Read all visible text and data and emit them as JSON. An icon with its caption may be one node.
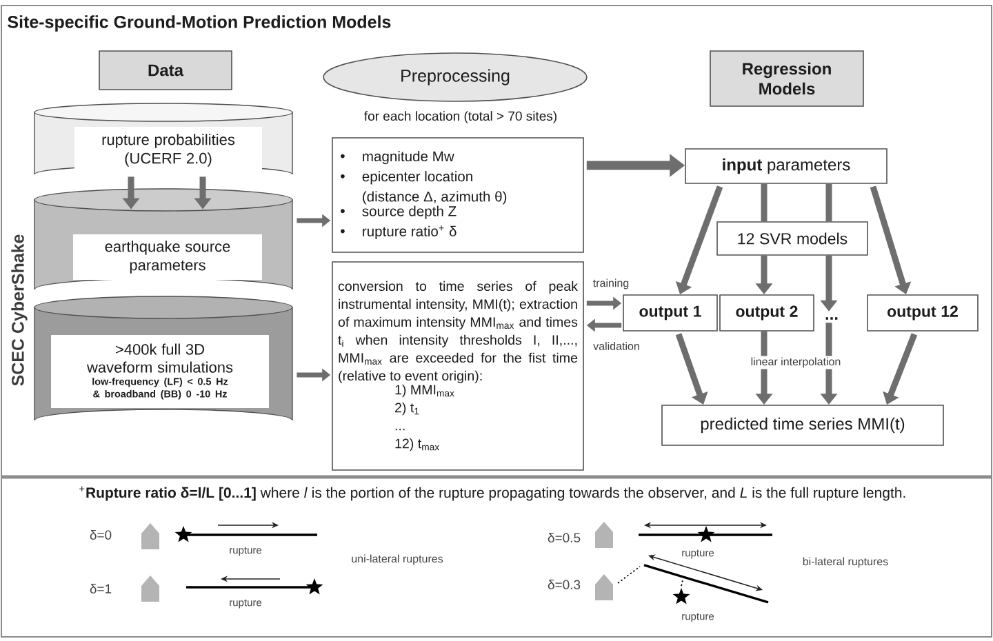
{
  "diagram": {
    "title": "Site-specific Ground-Motion Prediction Models",
    "nodes": [
      {
        "text": [
          "Data"
        ]
      },
      {
        "text": [],
        "shape": "cylinder"
      },
      {
        "text": [
          "rupture probabilities (UCERF 2.0)"
        ],
        "in": 1
      },
      {
        "text": [],
        "shape": "cylinder"
      },
      {
        "text": [
          "earthquake source parameters"
        ],
        "in": 3
      },
      {
        "text": [],
        "shape": "cylinder"
      },
      {
        "text": [
          ">400k full 3D waveform simulations",
          "low-frequency (LF) < 0.5 Hz & broadband (BB) 0 -10 Hz"
        ],
        "in": 5
      },
      {
        "text": [
          "Preprocessing"
        ],
        "beside": [
          "for each location (total > 70 sites)"
        ]
      },
      {
        "text": [
          "magnitude Mw",
          "epicenter location (distance Δ, azimuth θ)",
          "source depth Z",
          "rupture ratio$^{+}$ δ"
        ]
      },
      {
        "text": [
          "conversion to time series of peak instrumental intensity, MMI(t); extraction of maximum intensity MMI$_{max}$ and times t$_{i}$ when intensity thresholds I, II,..., MMI$_{max}$ are exceeded for the fist time (relative to event origin):",
          "1) MMI$_{max}$",
          "2) t$_{1}$",
          "...",
          "12) t$_{max}$"
        ]
      },
      {
        "text": [
          "Regression Models"
        ]
      },
      {
        "text": [
          "**input** parameters"
        ]
      },
      {
        "text": [
          "12 SVR models"
        ]
      },
      {
        "text": [
          "output 1"
        ]
      },
      {
        "text": [
          "output 2"
        ]
      },
      {
        "text": [
          "..."
        ]
      },
      {
        "text": [
          "output 12"
        ]
      },
      {
        "text": [
          "predicted time series MMI(t)"
        ]
      }
    ],
    "edges": [
      {
        "from": 1,
        "to": 3,
        "arrow": "to"
      },
      {
        "from": 1,
        "to": 3,
        "arrow": "to"
      },
      {
        "from": 3,
        "to": 8,
        "arrow": "to"
      },
      {
        "from": 5,
        "to": 9,
        "arrow": "to"
      },
      {
        "from": 8,
        "to": 11,
        "arrow": "to"
      },
      {
        "from": 9,
        "to": 13,
        "arrow": "to",
        "label": "training"
      },
      {
        "from": 13,
        "to": 9,
        "arrow": "to",
        "label": "validation"
      },
      {
        "from": 11,
        "to": 13,
        "arrow": "to"
      },
      {
        "from": 11,
        "to": 12,
        "arrow": "none"
      },
      {
        "from": 11,
        "to": 12,
        "arrow": "none"
      },
      {
        "from": 12,
        "to": 14,
        "arrow": "to"
      },
      {
        "from": 12,
        "to": 15,
        "arrow": "to"
      },
      {
        "from": 11,
        "to": 16,
        "arrow": "to"
      },
      {
        "from": 13,
        "to": 17,
        "arrow": "to"
      },
      {
        "from": 14,
        "to": 17,
        "arrow": "to",
        "label": "linear interpolation"
      },
      {
        "from": 15,
        "to": 17,
        "arrow": "to"
      },
      {
        "from": 16,
        "to": 17,
        "arrow": "to"
      }
    ],
    "labels": [
      "SCEC CyberShake",
      "$^{+}$**Rupture ratio δ=l/L [0...1]** where *l* is the portion of the rupture propagating towards the observer, and *L* is the full rupture length.",
      "δ=0",
      "rupture",
      "uni-lateral ruptures",
      "δ=0.5",
      "rupture",
      "bi-lateral ruptures",
      "δ=1",
      "rupture",
      "δ=0.3",
      "rupture"
    ]
  }
}
